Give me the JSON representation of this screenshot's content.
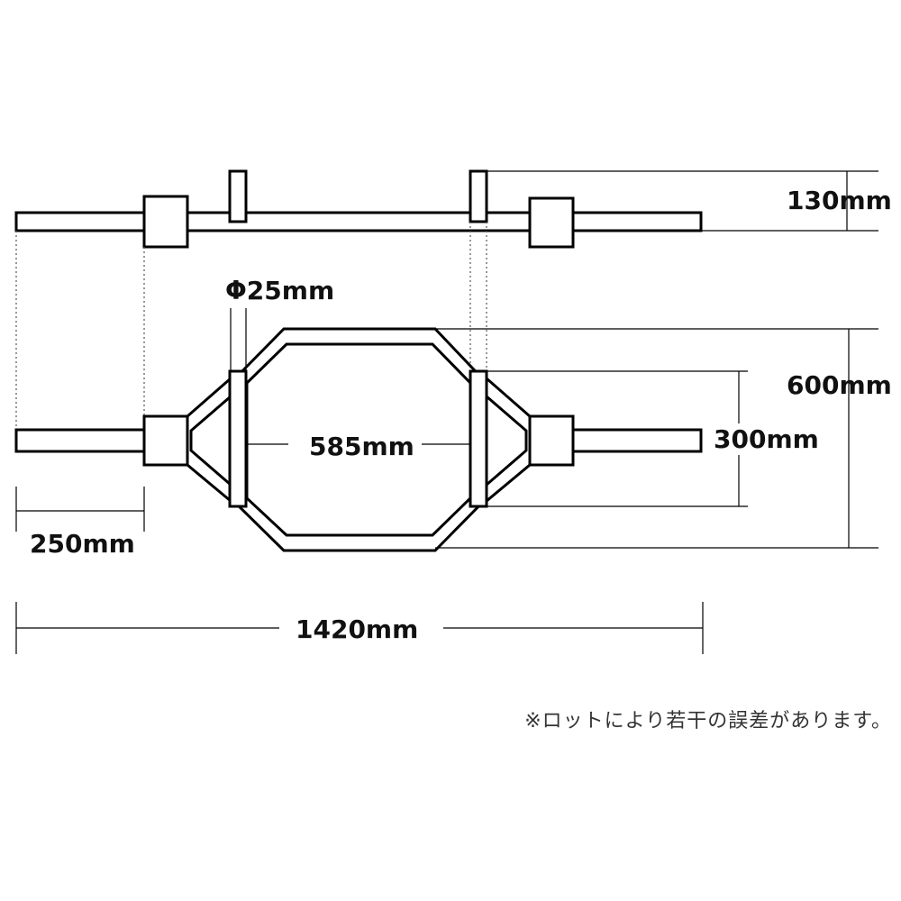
{
  "dimensions": {
    "height_side": "130mm",
    "bar_diameter": "Φ25mm",
    "frame_depth": "600mm",
    "inner_width": "585mm",
    "handle_spacing": "300mm",
    "sleeve_length": "250mm",
    "total_length": "1420mm"
  },
  "note": "※ロットにより若干の誤差があります。"
}
